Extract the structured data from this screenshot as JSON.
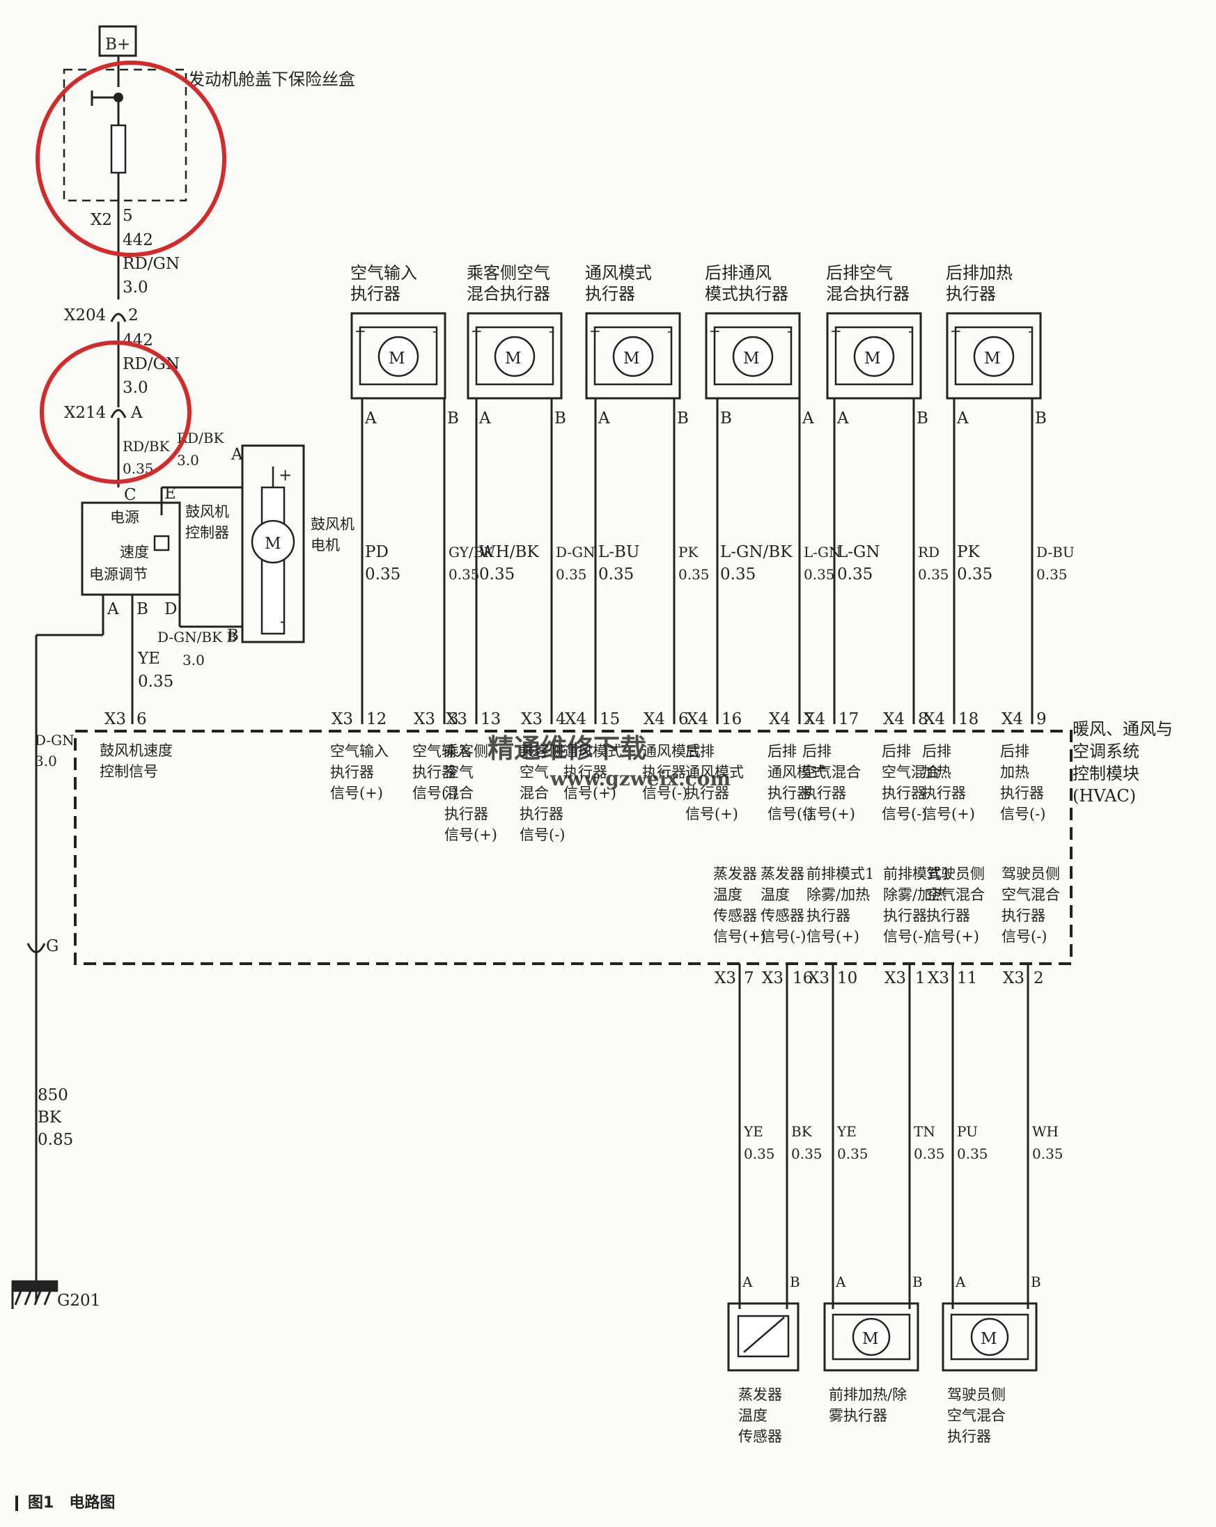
{
  "figure": {
    "number": "图1",
    "title": "电路图"
  },
  "watermark": [
    "精通维修下载",
    "www.gzweix.com"
  ],
  "power": {
    "source": "B+",
    "fusebox": "发动机舱盖下保险丝盒",
    "fuse_conn": "X2",
    "fuse_pin": "5",
    "w1": [
      "442",
      "RD/GN",
      "3.0"
    ],
    "x204": "X204",
    "x204_pin": "2",
    "w2": [
      "442",
      "RD/GN",
      "3.0"
    ],
    "x214": "X214",
    "x214_pin": "A",
    "w3": [
      "RD/BK",
      "0.35"
    ],
    "w4": [
      "RD/BK",
      "3.0"
    ]
  },
  "blower": {
    "controller_title": "电源",
    "controller_speed": "速度",
    "controller_reg": "电源调节",
    "controller_name": [
      "鼓风机",
      "控制器"
    ],
    "motor_name": [
      "鼓风机",
      "电机"
    ],
    "pins": {
      "C": "C",
      "E": "E",
      "A": "A",
      "B": "B",
      "D": "D",
      "motor_A": "A",
      "motor_B": "B"
    },
    "w_db": [
      "D-GN/BK",
      "3.0"
    ],
    "w_ye": [
      "YE",
      "0.35"
    ],
    "x3": "X3",
    "x3_pin": "6",
    "signal": [
      "鼓风机速度",
      "控制信号"
    ],
    "m": "M",
    "plus": "+",
    "minus": "-"
  },
  "ground": {
    "w1": [
      "D-GN",
      "3.0"
    ],
    "conn": "G",
    "w2": [
      "850",
      "BK",
      "0.85"
    ],
    "name": "G201"
  },
  "hvac": {
    "title": [
      "暖风、通风与",
      "空调系统",
      "控制模块",
      "(HVAC)"
    ]
  },
  "top_actuators": [
    {
      "name": [
        "空气输入",
        "执行器"
      ],
      "pa": "A",
      "pb": "B",
      "wa": [
        "PD",
        "0.35"
      ],
      "wb": [
        "GY/BK",
        "0.35"
      ],
      "ca": "X3",
      "na": "12",
      "cb": "X3",
      "nb": "3",
      "sa": [
        "空气输入",
        "执行器",
        "信号(+)"
      ],
      "sb": [
        "空气输入",
        "执行器",
        "信号(-)"
      ]
    },
    {
      "name": [
        "乘客侧空气",
        "混合执行器"
      ],
      "pa": "A",
      "pb": "B",
      "wa": [
        "WH/BK",
        "0.35"
      ],
      "wb": [
        "D-GN",
        "0.35"
      ],
      "ca": "X3",
      "na": "13",
      "cb": "X3",
      "nb": "4",
      "sa": [
        "乘客侧",
        "空气",
        "混合",
        "执行器",
        "信号(+)"
      ],
      "sb": [
        "乘客侧",
        "空气",
        "混合",
        "执行器",
        "信号(-)"
      ]
    },
    {
      "name": [
        "通风模式",
        "执行器"
      ],
      "pa": "A",
      "pb": "B",
      "wa": [
        "L-BU",
        "0.35"
      ],
      "wb": [
        "PK",
        "0.35"
      ],
      "ca": "X4",
      "na": "15",
      "cb": "X4",
      "nb": "6",
      "sa": [
        "通风模式",
        "执行器",
        "信号(+)"
      ],
      "sb": [
        "通风模式",
        "执行器",
        "信号(-)"
      ]
    },
    {
      "name": [
        "后排通风",
        "模式执行器"
      ],
      "pa": "B",
      "pb": "A",
      "wa": [
        "L-GN/BK",
        "0.35"
      ],
      "wb": [
        "L-GN",
        "0.35"
      ],
      "ca": "X4",
      "na": "16",
      "cb": "X4",
      "nb": "7",
      "sa": [
        "后排",
        "通风模式",
        "执行器",
        "信号(+)"
      ],
      "sb": [
        "后排",
        "通风模式",
        "执行器",
        "信号(-)"
      ]
    },
    {
      "name": [
        "后排空气",
        "混合执行器"
      ],
      "pa": "A",
      "pb": "B",
      "wa": [
        "L-GN",
        "0.35"
      ],
      "wb": [
        "RD",
        "0.35"
      ],
      "ca": "X4",
      "na": "17",
      "cb": "X4",
      "nb": "8",
      "sa": [
        "后排",
        "空气混合",
        "执行器",
        "信号(+)"
      ],
      "sb": [
        "后排",
        "空气混合",
        "执行器",
        "信号(-)"
      ]
    },
    {
      "name": [
        "后排加热",
        "执行器"
      ],
      "pa": "A",
      "pb": "B",
      "wa": [
        "PK",
        "0.35"
      ],
      "wb": [
        "D-BU",
        "0.35"
      ],
      "ca": "X4",
      "na": "18",
      "cb": "X4",
      "nb": "9",
      "sa": [
        "后排",
        "加热",
        "执行器",
        "信号(+)"
      ],
      "sb": [
        "后排",
        "加热",
        "执行器",
        "信号(-)"
      ]
    }
  ],
  "bottom_devices": [
    {
      "name": [
        "蒸发器",
        "温度",
        "传感器"
      ],
      "pa": "A",
      "pb": "B",
      "wa": [
        "YE",
        "0.35"
      ],
      "wb": [
        "BK",
        "0.35"
      ],
      "ca": "X3",
      "na": "7",
      "cb": "X3",
      "nb": "16",
      "sa": [
        "蒸发器",
        "温度",
        "传感器",
        "信号(+)"
      ],
      "sb": [
        "蒸发器",
        "温度",
        "传感器",
        "信号(-)"
      ]
    },
    {
      "name": [
        "前排加热/除",
        "雾执行器"
      ],
      "pa": "A",
      "pb": "B",
      "wa": [
        "YE",
        "0.35"
      ],
      "wb": [
        "TN",
        "0.35"
      ],
      "ca": "X3",
      "na": "10",
      "cb": "X3",
      "nb": "1",
      "sa": [
        "前排模式1",
        "除雾/加热",
        "执行器",
        "信号(+)"
      ],
      "sb": [
        "前排模式1",
        "除雾/加热",
        "执行器",
        "信号(-)"
      ]
    },
    {
      "name": [
        "驾驶员侧",
        "空气混合",
        "执行器"
      ],
      "pa": "A",
      "pb": "B",
      "wa": [
        "PU",
        "0.35"
      ],
      "wb": [
        "WH",
        "0.35"
      ],
      "ca": "X3",
      "na": "11",
      "cb": "X3",
      "nb": "2",
      "sa": [
        "驾驶员侧",
        "空气混合",
        "执行器",
        "信号(+)"
      ],
      "sb": [
        "驾驶员侧",
        "空气混合",
        "执行器",
        "信号(-)"
      ]
    }
  ],
  "colors": {
    "ink": "#222222",
    "highlight": "#d42a2a",
    "watermark": "#e3b2a8",
    "paper": "#fbfbf8"
  }
}
